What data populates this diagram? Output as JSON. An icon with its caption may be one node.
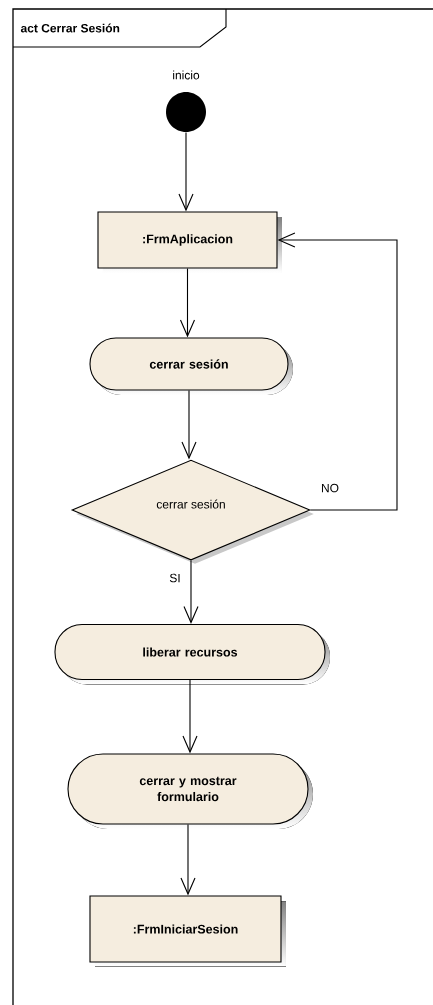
{
  "diagram": {
    "nodes": [
      {
        "text": [
          "act Cerrar Sesión"
        ]
      },
      {
        "text": [],
        "shape": "circle",
        "beside": [
          "inicio"
        ],
        "in": 0
      },
      {
        "text": [
          ":FrmAplicacion"
        ],
        "in": 0
      },
      {
        "text": [
          "cerrar sesión"
        ],
        "in": 0
      },
      {
        "text": [
          "cerrar sesión"
        ],
        "in": 0
      },
      {
        "text": [
          "liberar recursos"
        ],
        "in": 0
      },
      {
        "text": [
          "cerrar y mostrar formulario"
        ],
        "in": 0
      },
      {
        "text": [
          ":FrmIniciarSesion"
        ],
        "in": 0
      }
    ],
    "edges": [
      {
        "from": 1,
        "to": 2,
        "arrow": "to"
      },
      {
        "from": 2,
        "to": 3,
        "arrow": "to"
      },
      {
        "from": 3,
        "to": 4,
        "arrow": "to"
      },
      {
        "from": 4,
        "to": 5,
        "arrow": "to",
        "label": "SI"
      },
      {
        "from": 4,
        "to": 2,
        "arrow": "to",
        "label": "NO"
      },
      {
        "from": 5,
        "to": 6,
        "arrow": "to"
      },
      {
        "from": 6,
        "to": 7,
        "arrow": "to"
      }
    ]
  }
}
